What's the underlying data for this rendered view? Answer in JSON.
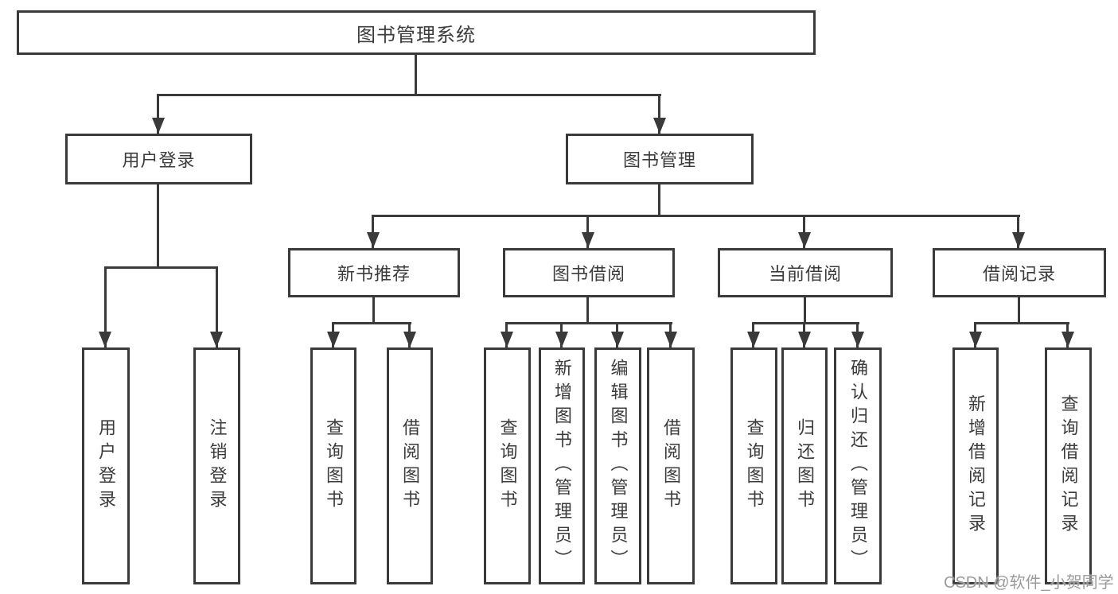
{
  "diagram": {
    "root": {
      "label": "图书管理系统"
    },
    "level2": [
      {
        "label": "用户登录",
        "children": [
          {
            "label": "用户登录"
          },
          {
            "label": "注销登录"
          }
        ]
      },
      {
        "label": "图书管理",
        "children": [
          {
            "label": "新书推荐",
            "children": [
              {
                "label": "查询图书"
              },
              {
                "label": "借阅图书"
              }
            ]
          },
          {
            "label": "图书借阅",
            "children": [
              {
                "label": "查询图书"
              },
              {
                "label": "新增图书（管理员）"
              },
              {
                "label": "编辑图书（管理员）"
              },
              {
                "label": "借阅图书"
              }
            ]
          },
          {
            "label": "当前借阅",
            "children": [
              {
                "label": "查询图书"
              },
              {
                "label": "归还图书"
              },
              {
                "label": "确认归还（管理员）"
              }
            ]
          },
          {
            "label": "借阅记录",
            "children": [
              {
                "label": "新增借阅记录"
              },
              {
                "label": "查询借阅记录"
              }
            ]
          }
        ]
      }
    ]
  },
  "watermark": {
    "text": "CSDN @软件_小贺同学"
  },
  "colors": {
    "line": "#3a3a3a",
    "text": "#3b3b3b",
    "background": "#ffffff",
    "watermark": "#9b9b9b"
  }
}
